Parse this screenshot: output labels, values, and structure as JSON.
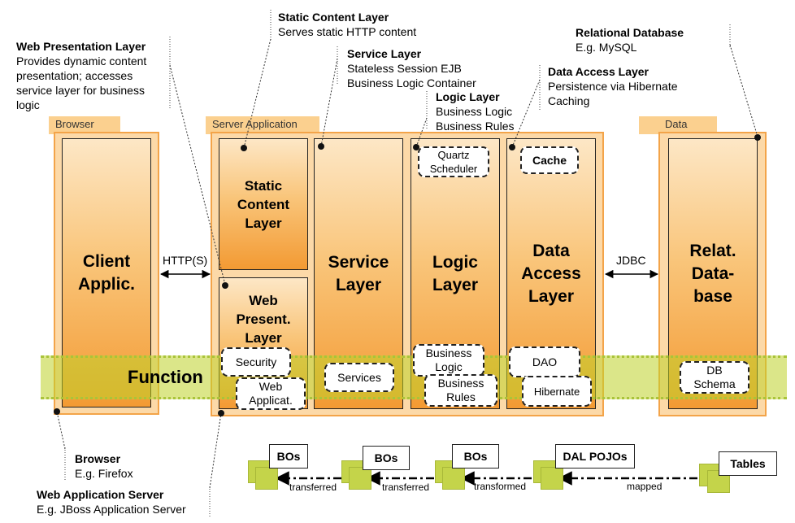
{
  "callouts": {
    "static": {
      "title": "Static Content Layer",
      "sub": "Serves static HTTP content"
    },
    "webpres": {
      "title": "Web Presentation Layer",
      "sub": "Provides dynamic content presentation; accesses service layer for business logic"
    },
    "service": {
      "title": "Service Layer",
      "sub1": "Stateless Session EJB",
      "sub2": "Business Logic Container"
    },
    "logic": {
      "title": "Logic Layer",
      "sub1": "Business Logic",
      "sub2": "Business Rules"
    },
    "dal": {
      "title": "Data Access Layer",
      "sub1": "Persistence via Hibernate",
      "sub2": "Caching"
    },
    "db": {
      "title": "Relational Database",
      "sub": "E.g. MySQL"
    },
    "browser": {
      "title": "Browser",
      "sub": "E.g. Firefox"
    },
    "appserver": {
      "title": "Web Application Server",
      "sub": "E.g. JBoss Application Server"
    }
  },
  "tags": {
    "browser": "Browser",
    "server": "Server Application",
    "data": "Data"
  },
  "columns": {
    "client": "Client\nApplic.",
    "static": "Static\nContent\nLayer",
    "webpres": "Web\nPresent.\nLayer",
    "service": "Service\nLayer",
    "logic": "Logic\nLayer",
    "dal": "Data\nAccess\nLayer",
    "db": "Relat.\nData-\nbase"
  },
  "components": {
    "quartz": "Quartz\nScheduler",
    "cache": "Cache",
    "security": "Security",
    "webapp": "Web\nApplicat.",
    "services": "Services",
    "bizlogic": "Business\nLogic",
    "bizrules": "Business\nRules",
    "dao": "DAO",
    "hibernate": "Hibernate",
    "dbschema": "DB\nSchema"
  },
  "connectors": {
    "http": "HTTP(S)",
    "jdbc": "JDBC"
  },
  "band_label": "Function",
  "flow": {
    "boxes": [
      "BOs",
      "BOs",
      "BOs",
      "DAL POJOs",
      "Tables"
    ],
    "labels": [
      "transferred",
      "transferred",
      "transformed",
      "mapped"
    ]
  }
}
